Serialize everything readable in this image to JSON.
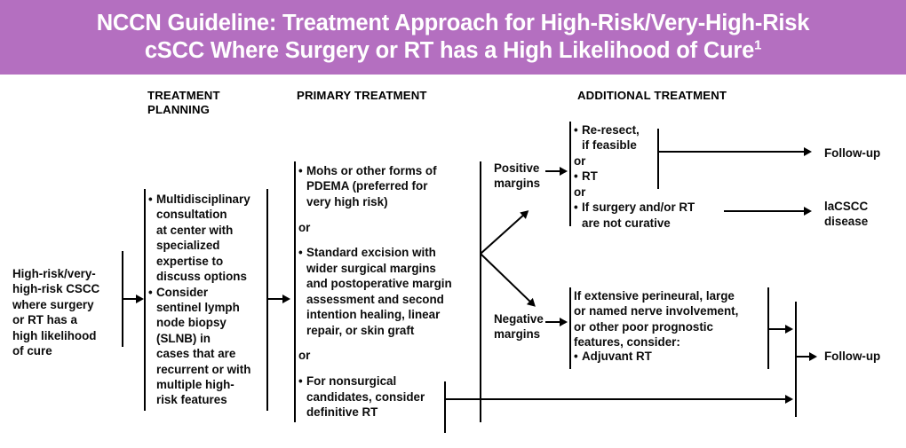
{
  "title": {
    "line1": "NCCN Guideline: Treatment Approach for High-Risk/Very-High-Risk",
    "line2": "cSCC Where Surgery or RT has a High Likelihood of Cure",
    "footnote_marker": "1",
    "banner_color": "#b46fc0",
    "text_color": "#ffffff"
  },
  "columns": {
    "treatment_planning": "TREATMENT\nPLANNING",
    "primary_treatment": "PRIMARY TREATMENT",
    "additional_treatment": "ADDITIONAL TREATMENT"
  },
  "presentation": {
    "text": "High-risk/very-\nhigh-risk CSCC\nwhere surgery\nor RT has a\nhigh likelihood\nof cure"
  },
  "treatment_planning": {
    "items": [
      "Multidisciplinary\nconsultation\nat center with\nspecialized\nexpertise to\ndiscuss options",
      "Consider\nsentinel lymph\nnode biopsy\n(SLNB) in\ncases that are\nrecurrent or with\nmultiple high-\nrisk features"
    ]
  },
  "primary_treatment": {
    "option1": "Mohs  or other forms of\nPDEMA (preferred for\nvery high risk)",
    "connector1": "or",
    "option2": "Standard excision with\nwider surgical margins\nand postoperative margin\nassessment and second\nintention healing, linear\nrepair, or skin graft",
    "connector2": "or",
    "option3": "For nonsurgical\ncandidates, consider\ndefinitive RT"
  },
  "margin_status": {
    "positive": "Positive\nmargins",
    "negative": "Negative\nmargins"
  },
  "additional_treatment": {
    "positive_branch": {
      "item1": "Re-resect,\nif feasible",
      "connector1": "or",
      "item2": "RT",
      "connector2": "or",
      "item3": "If surgery and/or RT\nare not curative"
    },
    "negative_branch": {
      "intro": "If extensive perineural, large\nor named nerve involvement,\nor other poor prognostic\nfeatures, consider:",
      "item1": "Adjuvant RT"
    }
  },
  "outcomes": {
    "followup_top": "Follow-up",
    "la_cscc": "laCSCC\ndisease",
    "followup_bottom": "Follow-up"
  }
}
